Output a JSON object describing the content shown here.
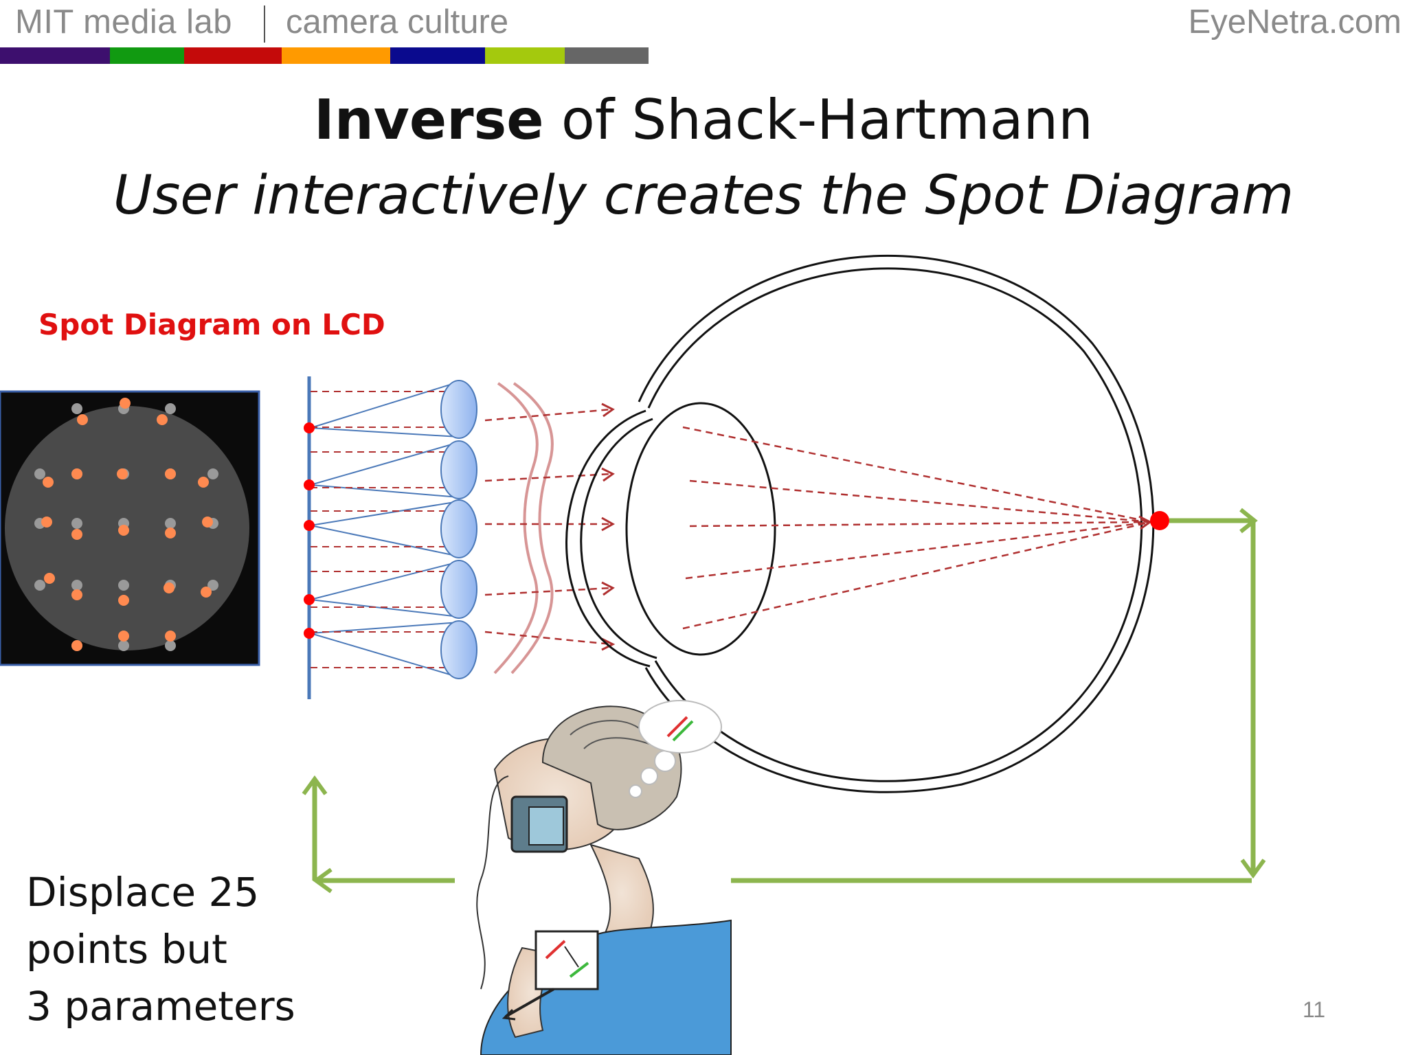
{
  "header": {
    "left": "MIT media lab",
    "middle": "camera culture",
    "right": "EyeNetra.com",
    "color_bar": [
      "#3d0f6e",
      "#119a11",
      "#c40a0a",
      "#ff9a00",
      "#0a0a8e",
      "#a4c90d",
      "#666666"
    ]
  },
  "title": {
    "bold": "Inverse",
    "rest": " of Shack-Hartmann"
  },
  "subtitle": "User interactively creates the Spot Diagram",
  "spot_label": "Spot Diagram on LCD",
  "displace_lines": [
    "Displace 25",
    "points but",
    "3 parameters"
  ],
  "page_number": "11",
  "colors": {
    "ray": "#b03030",
    "lens_fill": "#a9c8f4",
    "display_line": "#4a78b8",
    "feedback_arrow": "#8cb54e",
    "spot_orange": "#ff8a50",
    "spot_grey": "#9a9a9a",
    "retina_dot": "#ff0000"
  }
}
